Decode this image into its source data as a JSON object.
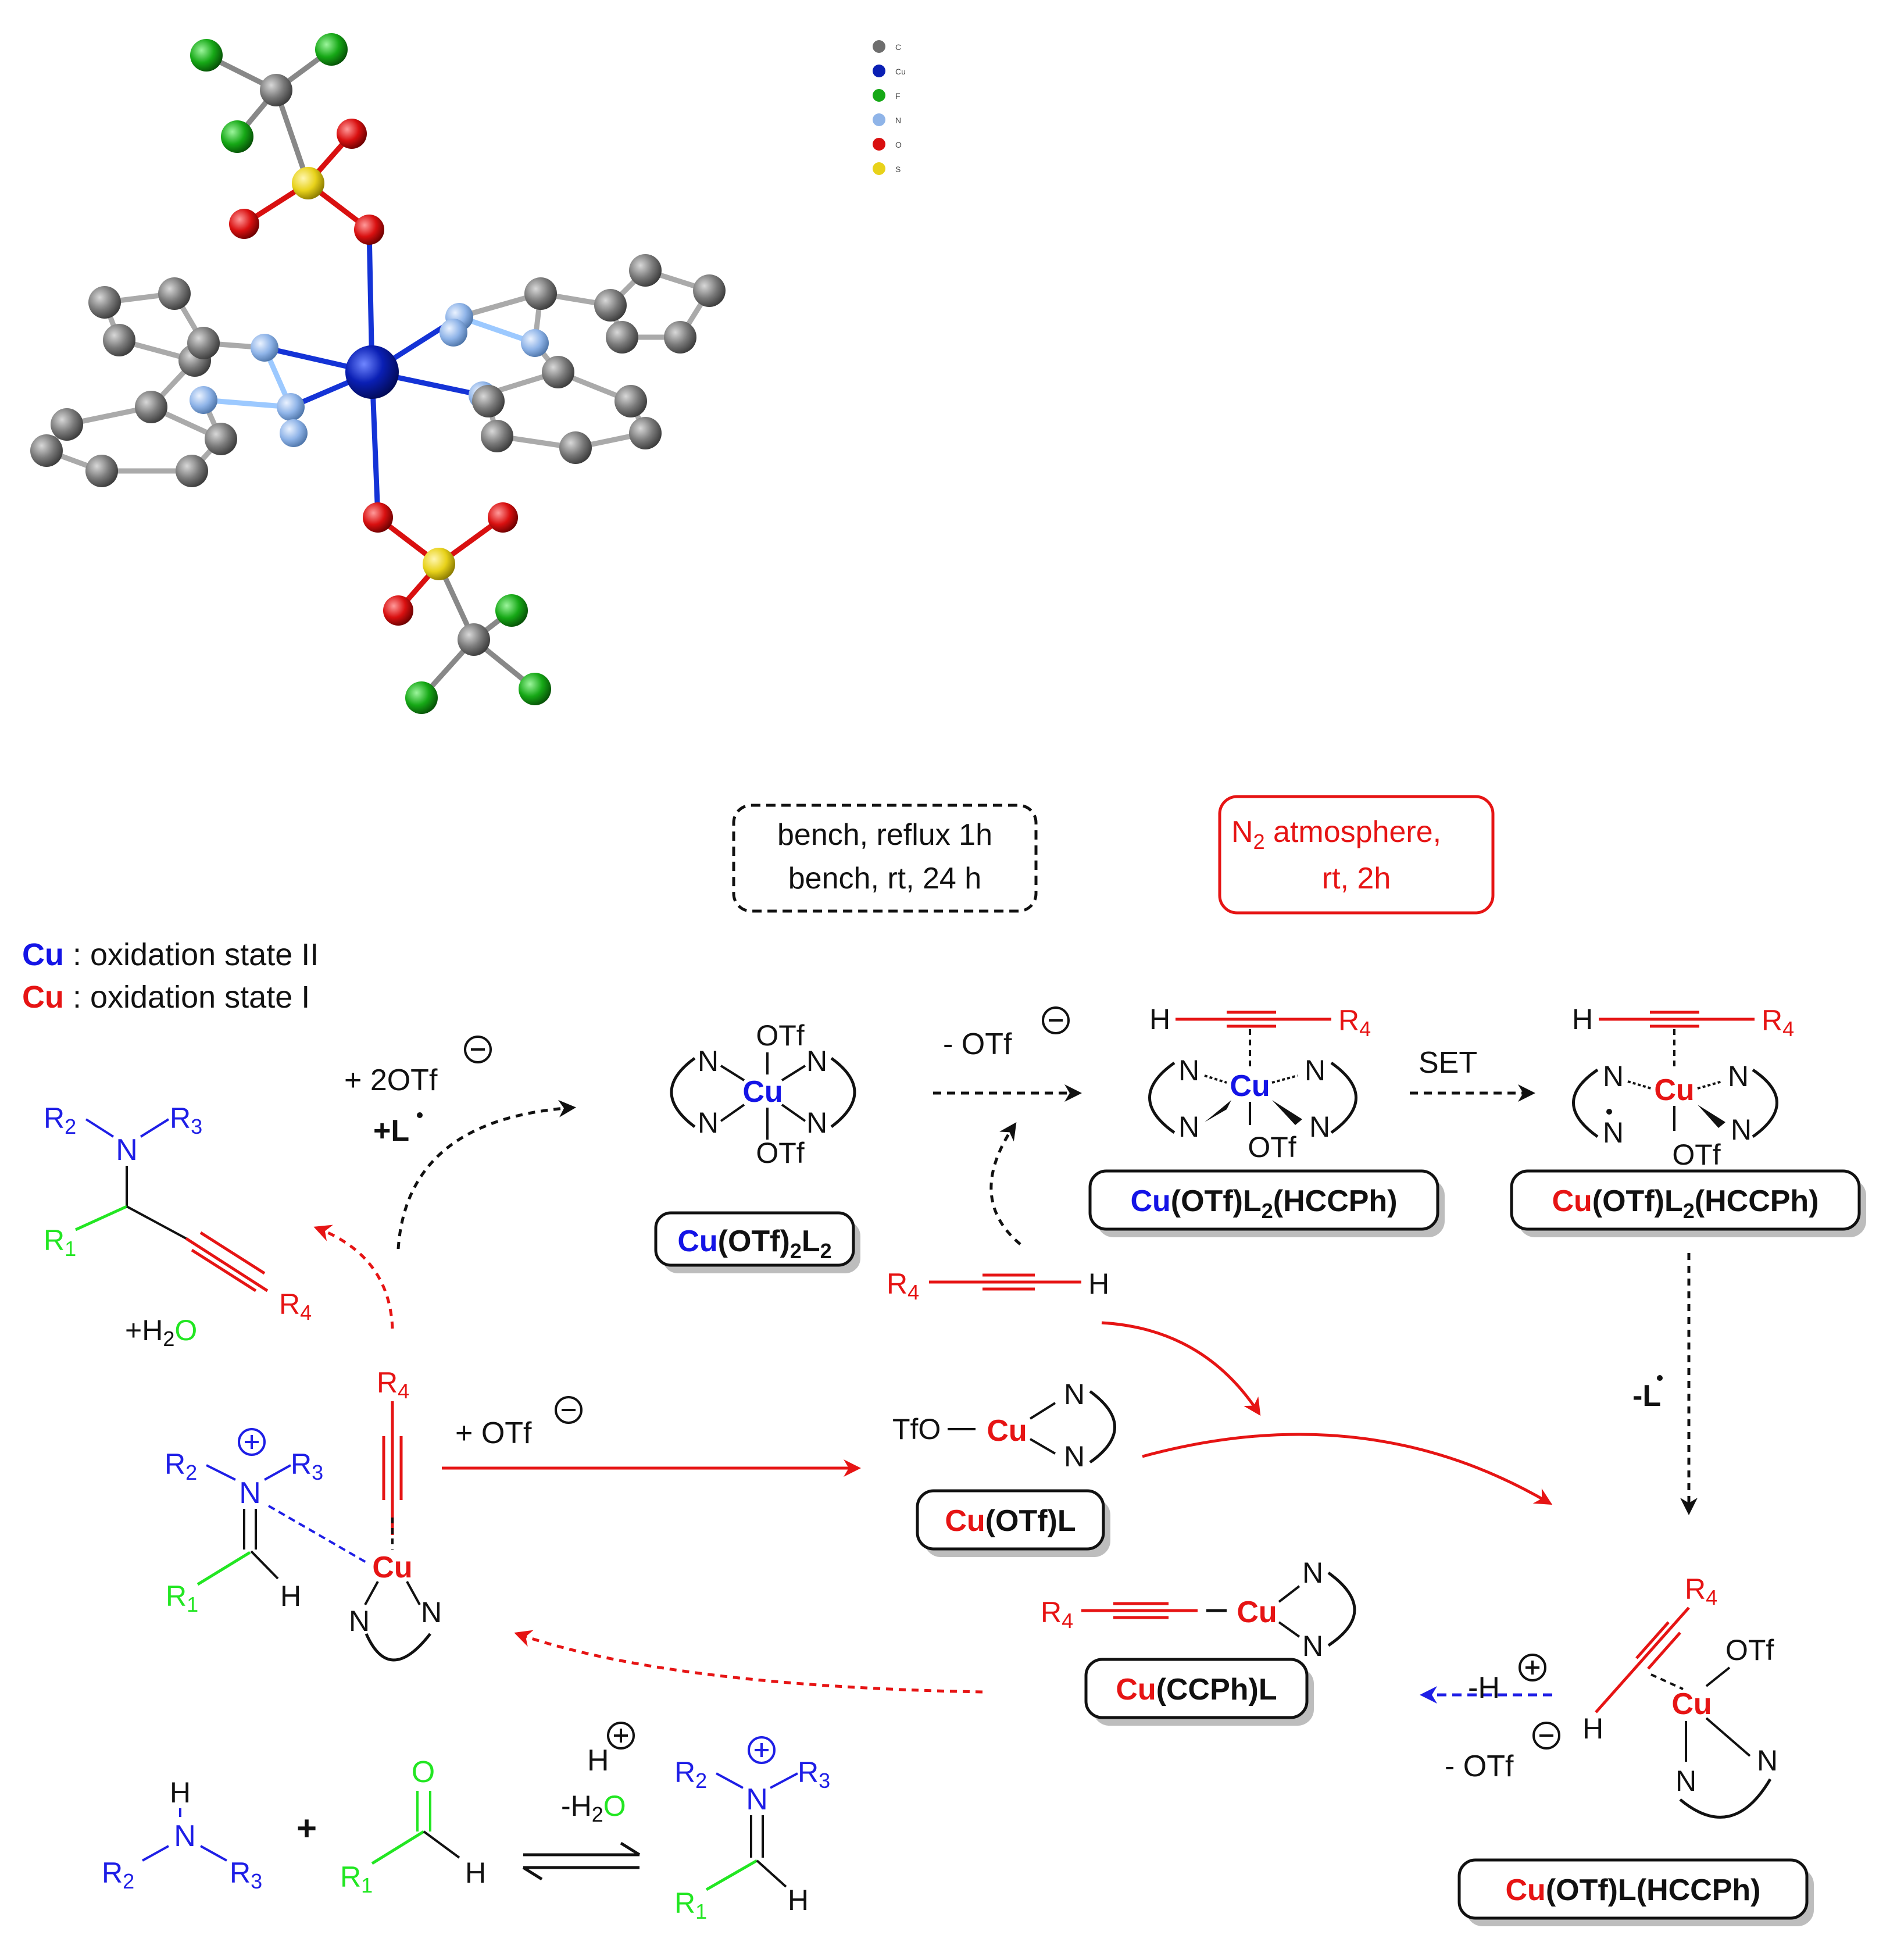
{
  "colors": {
    "cu2": "#1414e6",
    "cu1": "#e61414",
    "amine": "#1e1ee6",
    "aldehyde": "#22e622",
    "black": "#111111",
    "carbon_atom": "#7a7a7a",
    "copper_atom": "#0a1fb4",
    "fluorine_atom": "#16a816",
    "nitrogen_atom": "#8fb4e8",
    "oxygen_atom": "#d91010",
    "sulfur_atom": "#e8d21a"
  },
  "atom_legend": [
    {
      "symbol": "C",
      "color": "#6e6e6e"
    },
    {
      "symbol": "Cu",
      "color": "#0a1fb4"
    },
    {
      "symbol": "F",
      "color": "#16a816"
    },
    {
      "symbol": "N",
      "color": "#8fb4e8"
    },
    {
      "symbol": "O",
      "color": "#d91010"
    },
    {
      "symbol": "S",
      "color": "#e8d21a"
    }
  ],
  "conditions": {
    "bench_line1": "bench, reflux 1h",
    "bench_line2": "bench, rt, 24 h",
    "n2_line1_prefix": "N",
    "n2_line1_sub": "2",
    "n2_line1_rest": " atmosphere,",
    "n2_line2": "rt, 2h"
  },
  "oxidation_legend": {
    "cu_symbol": "Cu",
    "state2": " : oxidation state II",
    "state1": " : oxidation state I"
  },
  "labels": {
    "cu_otf2_l2": {
      "cu": "Cu",
      "rest1": "(OTf)",
      "sub1": "2",
      "rest2": "L",
      "sub2": "2"
    },
    "cu_otf_l2_hccph_blue": {
      "cu": "Cu",
      "rest1": "(OTf)L",
      "sub1": "2",
      "rest2": "(HCCPh)"
    },
    "cu_otf_l2_hccph_red": {
      "cu": "Cu",
      "rest1": "(OTf)L",
      "sub1": "2",
      "rest2": "(HCCPh)"
    },
    "cu_otf_l": {
      "cu": "Cu",
      "rest": "(OTf)L"
    },
    "cu_ccph_l": {
      "cu": "Cu",
      "rest": "(CCPh)L"
    },
    "cu_otf_l_hccph": {
      "cu": "Cu",
      "rest": "(OTf)L(HCCPh)"
    }
  },
  "reagents": {
    "minus_otf": "- OTf",
    "plus_2otf": "+ 2OTf",
    "plus_l": "+L",
    "set": "SET",
    "minus_l": "-L",
    "plus_otf": "+ OTf",
    "minus_h": "-H",
    "minus_otf2": "- OTf",
    "h_plus": "H",
    "minus_h2o_prefix": "-H",
    "minus_h2o_sub": "2",
    "minus_h2o_o": "O",
    "plus_h2o_prefix": "+H",
    "plus_h2o_sub": "2",
    "plus_h2o_o": "O",
    "plus_sign": "+"
  },
  "atoms": {
    "otf": "OTf",
    "tfo": "TfO",
    "n": "N",
    "h": "H",
    "o": "O",
    "cu": "Cu",
    "r": "R",
    "r1": "1",
    "r2": "2",
    "r3": "3",
    "r4": "4"
  }
}
